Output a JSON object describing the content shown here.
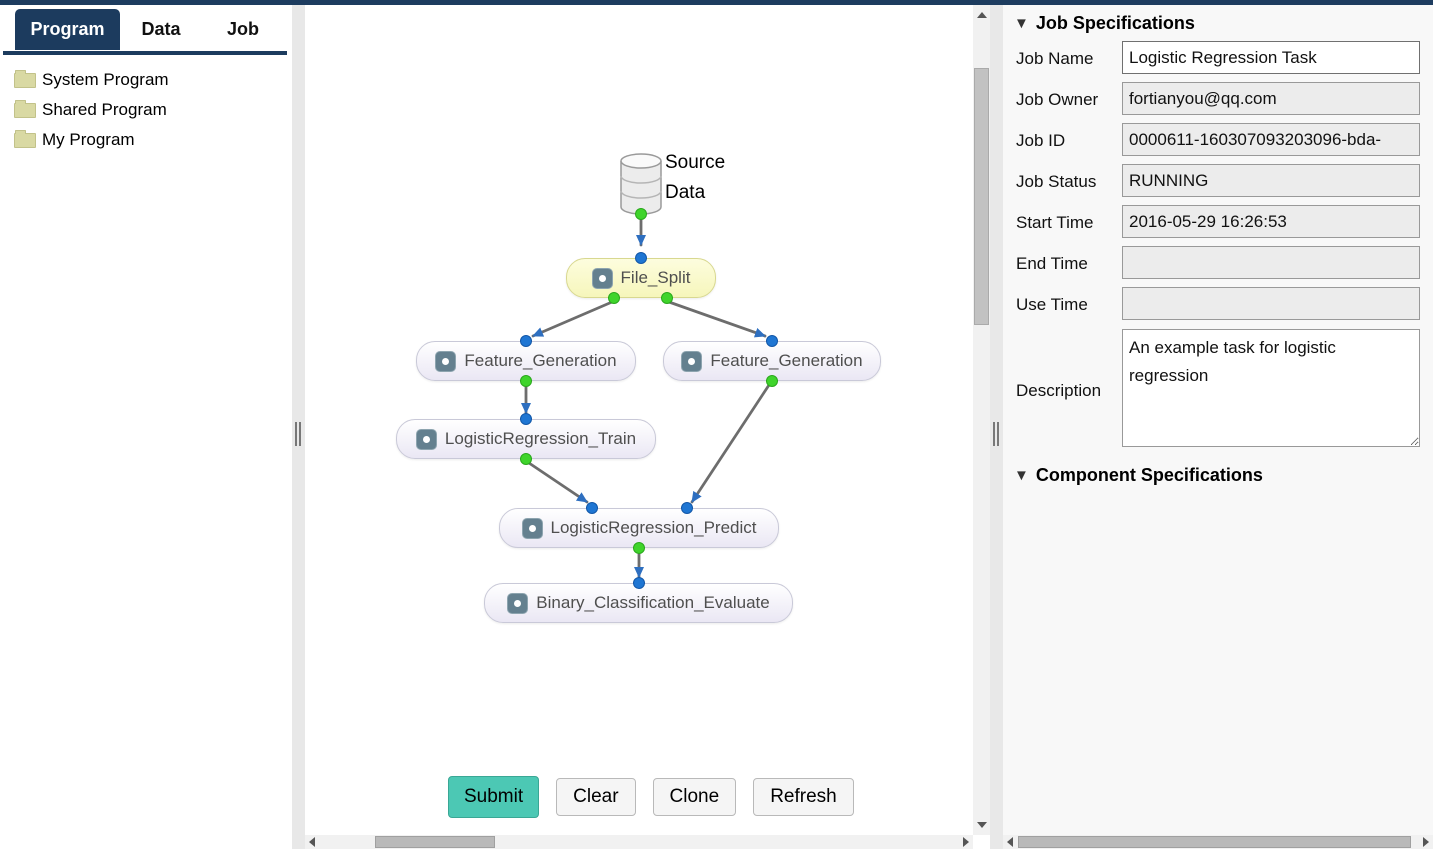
{
  "sidebar": {
    "tabs": [
      {
        "label": "Program"
      },
      {
        "label": "Data"
      },
      {
        "label": "Job"
      }
    ],
    "folders": [
      {
        "label": "System Program"
      },
      {
        "label": "Shared Program"
      },
      {
        "label": "My Program"
      }
    ]
  },
  "workflow": {
    "source": {
      "line1": "Source",
      "line2": "Data"
    },
    "nodes": [
      {
        "label": "File_Split"
      },
      {
        "label": "Feature_Generation"
      },
      {
        "label": "Feature_Generation"
      },
      {
        "label": "LogisticRegression_Train"
      },
      {
        "label": "LogisticRegression_Predict"
      },
      {
        "label": "Binary_Classification_Evaluate"
      }
    ],
    "buttons": [
      {
        "label": "Submit"
      },
      {
        "label": "Clear"
      },
      {
        "label": "Clone"
      },
      {
        "label": "Refresh"
      }
    ]
  },
  "job_panel": {
    "title": "Job Specifications",
    "fields": [
      {
        "label": "Job Name",
        "value": "Logistic Regression Task"
      },
      {
        "label": "Job Owner",
        "value": "fortianyou@qq.com"
      },
      {
        "label": "Job ID",
        "value": "0000611-160307093203096-bda-"
      },
      {
        "label": "Job Status",
        "value": "RUNNING"
      },
      {
        "label": "Start Time",
        "value": "2016-05-29 16:26:53"
      },
      {
        "label": "End Time",
        "value": ""
      },
      {
        "label": "Use Time",
        "value": ""
      }
    ],
    "description": {
      "label": "Description",
      "value": "An example task for logistic regression"
    },
    "component_title": "Component Specifications"
  },
  "colors": {
    "accent_navy": "#1d3c5f",
    "submit_teal": "#4cc8b4",
    "selected_node_yellow": "#f6f6bb",
    "port_blue": "#1f76d3",
    "port_green": "#3fd42b",
    "folder_khaki": "#d9d9a3"
  }
}
